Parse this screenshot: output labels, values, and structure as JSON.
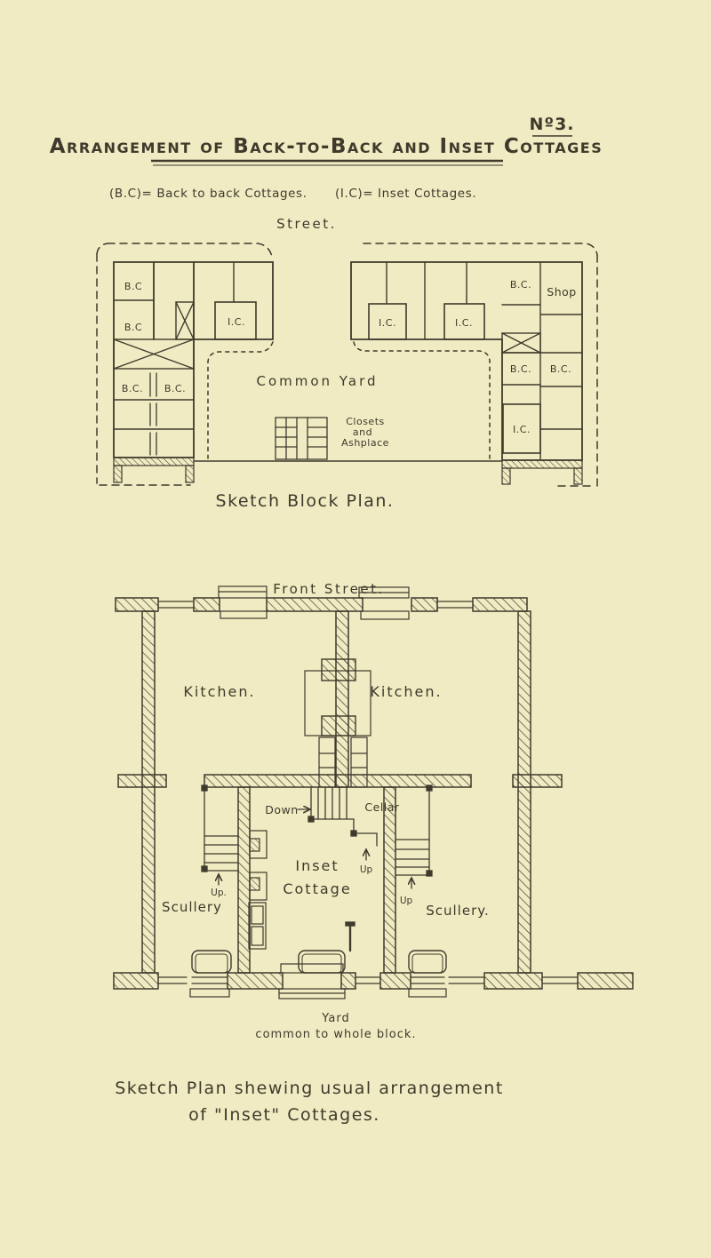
{
  "colors": {
    "paper": "#f1ebc3",
    "ink": "#3f3a2c"
  },
  "header": {
    "sheet_no": "Nº3.",
    "title": "Arrangement of Back-to-Back and Inset Cottages",
    "legend_bc": "(B.C)=  Back to back Cottages.",
    "legend_ic": "(I.C)=  Inset Cottages."
  },
  "block_plan": {
    "street": "Street.",
    "caption": "Sketch Block Plan.",
    "common_yard": "Common Yard",
    "closets": [
      "Closets",
      "and",
      "Ashplace"
    ],
    "left_block": {
      "bc_top": "B.C",
      "bc_mid": "B.C",
      "ic_top": "I.C.",
      "bc_row_l": "B.C.",
      "bc_row_r": "B.C."
    },
    "right_block": {
      "ic_1": "I.C.",
      "ic_2": "I.C.",
      "bc_top": "B.C.",
      "shop": "Shop",
      "bc_row_l": "B.C.",
      "bc_row_r": "B.C.",
      "ic_bottom": "I.C."
    }
  },
  "floor_plan": {
    "street": "Front Street.",
    "kitchen_left": "Kitchen.",
    "kitchen_right": "Kitchen.",
    "scullery_left": "Scullery",
    "scullery_right": "Scullery.",
    "inset_cottage": [
      "Inset",
      "Cottage"
    ],
    "down": "Down",
    "cellar": "Cellar",
    "up_left": "Up.",
    "up_cellar": "Up",
    "up_right": "Up",
    "yard": [
      "Yard",
      "common to whole block."
    ],
    "caption": [
      "Sketch Plan shewing usual arrangement",
      "of \"Inset\" Cottages."
    ]
  }
}
